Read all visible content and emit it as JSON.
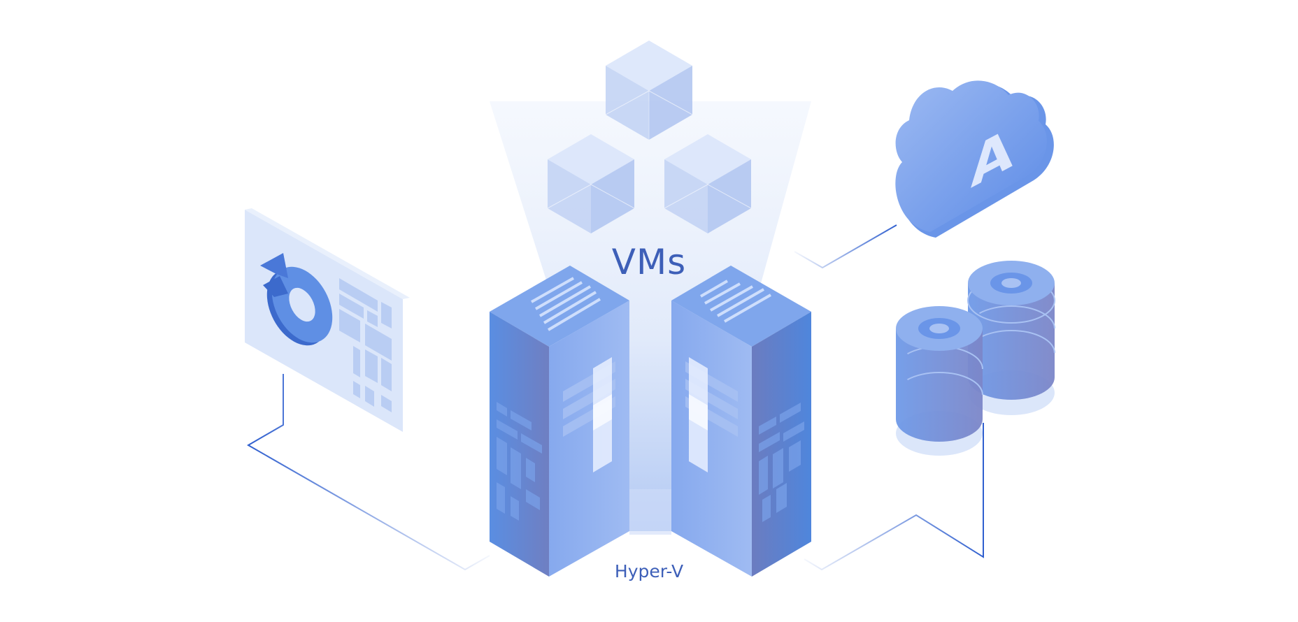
{
  "labels": {
    "vms": "VMs",
    "hyper_v": "Hyper-V",
    "cloud_logo_letter": "A"
  },
  "colors": {
    "primary": "#3d5fb8",
    "server_front": "#5b8fe0",
    "server_side": "#6a78b8",
    "server_top": "#7fa6ec",
    "cube": "#c7d6f5",
    "panel": "#dbe6fa",
    "connector": "#2f5fcf",
    "beam": "#e4ecfb"
  },
  "icons": [
    "vm-cube-icon",
    "server-rack-icon",
    "backup-restore-icon",
    "cloud-storage-icon",
    "database-icon"
  ]
}
